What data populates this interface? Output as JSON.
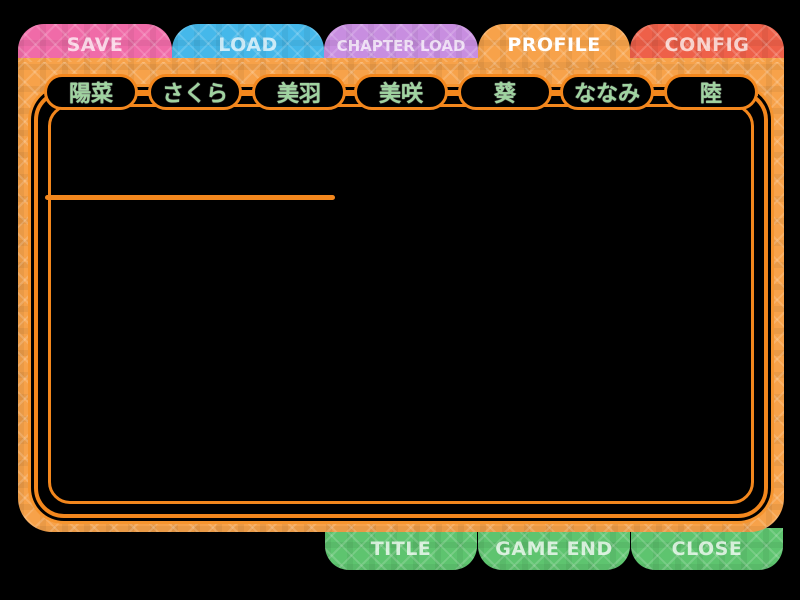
{
  "top_tabs": {
    "save": {
      "label": "SAVE",
      "color": "#f06ba8"
    },
    "load": {
      "label": "LOAD",
      "color": "#45b8ea"
    },
    "chapter_load": {
      "label": "CHAPTER LOAD",
      "color": "#c88ee0"
    },
    "profile": {
      "label": "PROFILE",
      "color": "#f7a24a",
      "active": true
    },
    "config": {
      "label": "CONFIG",
      "color": "#ee6049"
    }
  },
  "characters": [
    {
      "name": "陽菜"
    },
    {
      "name": "さくら"
    },
    {
      "name": "美羽"
    },
    {
      "name": "美咲"
    },
    {
      "name": "葵"
    },
    {
      "name": "ななみ"
    },
    {
      "name": "陸"
    }
  ],
  "bottom_tabs": {
    "title": {
      "label": "TITLE"
    },
    "game_end": {
      "label": "GAME END"
    },
    "close": {
      "label": "CLOSE"
    }
  },
  "colors": {
    "frame": "#f7a24a",
    "frame_line": "#f3871d",
    "character_text": "#9fd3a0",
    "bottom_tab": "#5ec46f",
    "background": "#000000"
  }
}
